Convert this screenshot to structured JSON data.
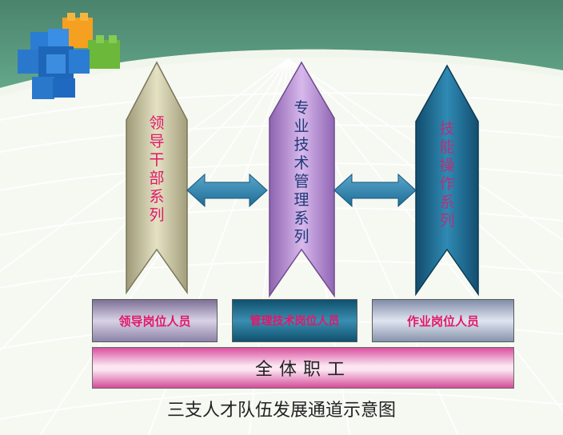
{
  "columns": [
    {
      "id": "leader",
      "chars": [
        "领",
        "导",
        "干",
        "部",
        "系",
        "列"
      ],
      "text_color": "#e0186a",
      "box_label": "领导岗位人员",
      "box_text_color": "#e0186a"
    },
    {
      "id": "technical",
      "chars": [
        "专",
        "业",
        "技",
        "术",
        "管",
        "理",
        "系",
        "列"
      ],
      "text_color": "#1d3a78",
      "box_label": "管理技术岗位人员",
      "box_text_color": "#e0186a"
    },
    {
      "id": "skill",
      "chars": [
        "技",
        "能",
        "操",
        "作",
        "系",
        "列"
      ],
      "text_color": "#b0337a",
      "box_label": "作业岗位人员",
      "box_text_color": "#e0186a"
    }
  ],
  "base_label": "全体职工",
  "caption": "三支人才队伍发展通道示意图",
  "colors": {
    "arrow_leader": "#c9c6a4",
    "arrow_technical": "#b58fd0",
    "arrow_skill": "#1f6a93",
    "double_arrow": "#2a7ba8",
    "header_green": "#1f6b4a",
    "base_pink": "#e65fae"
  }
}
